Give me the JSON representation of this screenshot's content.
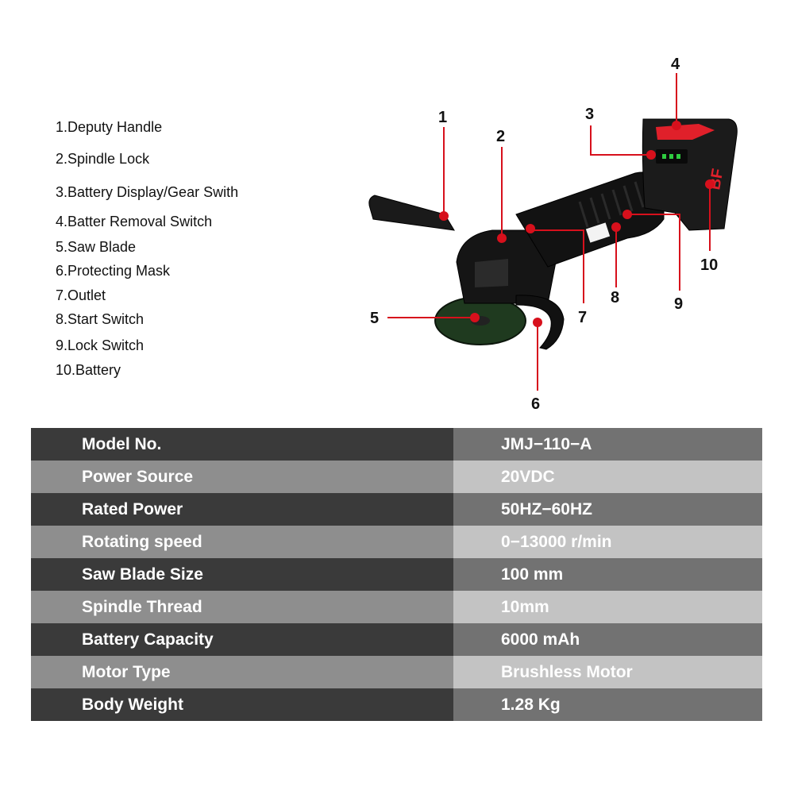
{
  "parts": [
    "1.Deputy Handle",
    "2.Spindle Lock",
    "3.Battery Display/Gear Swith",
    "4.Batter Removal Switch",
    "5.Saw Blade",
    "6.Protecting Mask",
    "7.Outlet",
    "8.Start Switch",
    "9.Lock Switch",
    "10.Battery"
  ],
  "callouts": [
    "1",
    "2",
    "3",
    "4",
    "5",
    "6",
    "7",
    "8",
    "9",
    "10"
  ],
  "brand_mark": "BF",
  "colors": {
    "callout_dot": "#d7101c",
    "battery_button": "#e0202a",
    "indicator_led": "#2ecc40"
  },
  "specs": [
    {
      "label": "Model No.",
      "value": "JMJ−110−A"
    },
    {
      "label": "Power Source",
      "value": "20VDC"
    },
    {
      "label": "Rated Power",
      "value": "50HZ−60HZ"
    },
    {
      "label": "Rotating speed",
      "value": "0−13000 r/min"
    },
    {
      "label": "Saw Blade Size",
      "value": "100 mm"
    },
    {
      "label": "Spindle Thread",
      "value": "10mm"
    },
    {
      "label": "Battery Capacity",
      "value": "6000 mAh"
    },
    {
      "label": "Motor Type",
      "value": "Brushless Motor"
    },
    {
      "label": "Body Weight",
      "value": "1.28 Kg"
    }
  ]
}
